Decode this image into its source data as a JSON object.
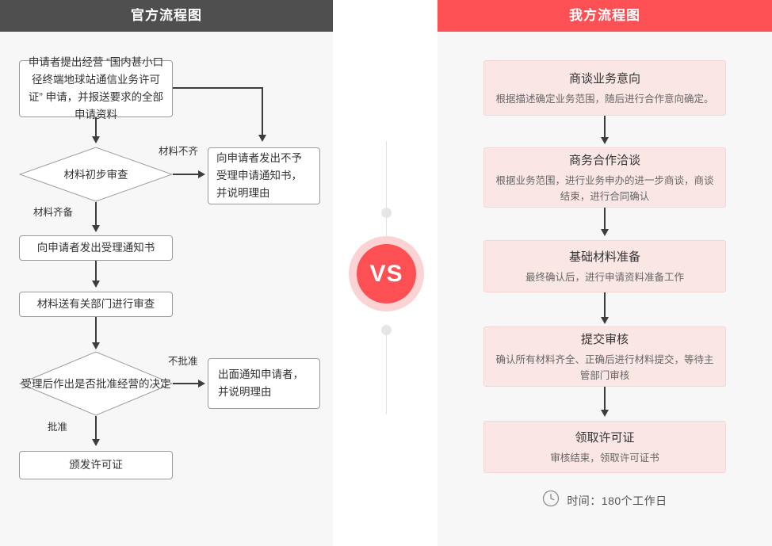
{
  "left_panel": {
    "title": "官方流程图",
    "header_color": "#4f4f4f",
    "background": "#f7f7f7",
    "nodes": [
      {
        "id": "apply",
        "label": "申请者提出经营 “国内甚小口径终端地球站通信业务许可证” 申请，并报送要求的全部申请资料"
      },
      {
        "id": "review1",
        "label": "材料初步审查"
      },
      {
        "id": "reject1",
        "label": "向申请者发出不予受理申请通知书，并说明理由"
      },
      {
        "id": "accept",
        "label": "向申请者发出受理通知书"
      },
      {
        "id": "dept",
        "label": "材料送有关部门进行审查"
      },
      {
        "id": "decide",
        "label": "受理后作出是否批准经营的决定"
      },
      {
        "id": "reject2",
        "label": "出面通知申请者，并说明理由"
      },
      {
        "id": "issue",
        "label": "颁发许可证"
      }
    ],
    "edge_labels": {
      "incomplete": "材料不齐",
      "complete": "材料齐备",
      "disapprove": "不批准",
      "approve": "批准"
    }
  },
  "center": {
    "vs_label": "VS",
    "badge_color": "#fc5055",
    "badge_ring_color": "#fbd3d4"
  },
  "right_panel": {
    "title": "我方流程图",
    "header_color": "#fc5055",
    "card_background": "#fbe6e6",
    "card_border": "#f7d4d6",
    "steps": [
      {
        "title": "商谈业务意向",
        "desc": "根据描述确定业务范围，随后进行合作意向确定。"
      },
      {
        "title": "商务合作洽谈",
        "desc": "根据业务范围，进行业务申办的进一步商谈，商谈结束，进行合同确认"
      },
      {
        "title": "基础材料准备",
        "desc": "最终确认后，进行申请资料准备工作"
      },
      {
        "title": "提交审核",
        "desc": "确认所有材料齐全、正确后进行材料提交，等待主管部门审核"
      },
      {
        "title": "领取许可证",
        "desc": "审核结束，领取许可证书"
      }
    ],
    "footer": {
      "icon": "clock-icon",
      "text": "时间：180个工作日"
    }
  }
}
